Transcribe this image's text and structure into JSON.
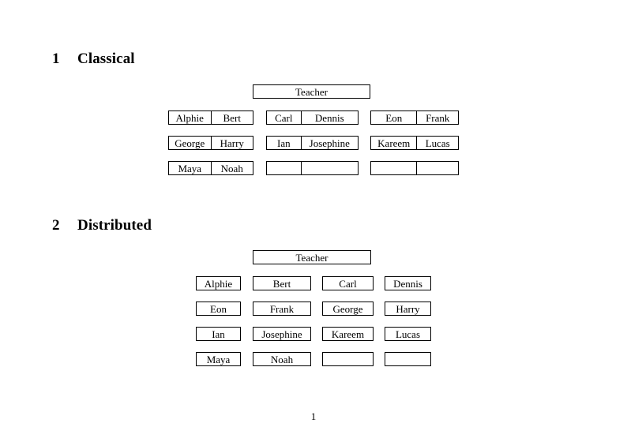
{
  "document": {
    "page_number": "1"
  },
  "sections": [
    {
      "number": "1",
      "title": "Classical",
      "teacher_label": "Teacher",
      "layout": "paired",
      "groups": [
        {
          "rows": [
            {
              "left": "Alphie",
              "right": "Bert"
            },
            {
              "left": "George",
              "right": "Harry"
            },
            {
              "left": "Maya",
              "right": "Noah"
            }
          ]
        },
        {
          "rows": [
            {
              "left": "Carl",
              "right": "Dennis"
            },
            {
              "left": "Ian",
              "right": "Josephine"
            },
            {
              "left": "",
              "right": ""
            }
          ]
        },
        {
          "rows": [
            {
              "left": "Eon",
              "right": "Frank"
            },
            {
              "left": "Kareem",
              "right": "Lucas"
            },
            {
              "left": "",
              "right": ""
            }
          ]
        }
      ]
    },
    {
      "number": "2",
      "title": "Distributed",
      "teacher_label": "Teacher",
      "layout": "single",
      "rows": [
        [
          "Alphie",
          "Bert",
          "Carl",
          "Dennis"
        ],
        [
          "Eon",
          "Frank",
          "George",
          "Harry"
        ],
        [
          "Ian",
          "Josephine",
          "Kareem",
          "Lucas"
        ],
        [
          "Maya",
          "Noah",
          "",
          ""
        ]
      ]
    }
  ]
}
